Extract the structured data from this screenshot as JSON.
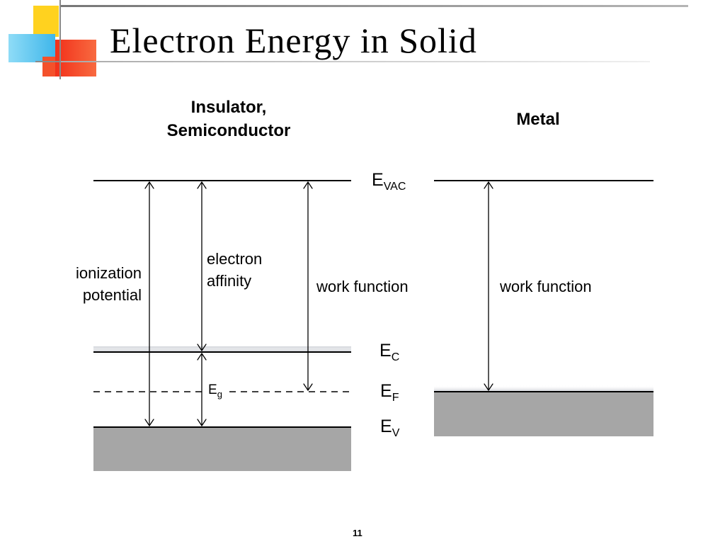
{
  "slide": {
    "title": "Electron Energy in Solid",
    "page_number": "11"
  },
  "left_panel": {
    "heading_line1": "Insulator,",
    "heading_line2": "Semiconductor",
    "ionization_line1": "ionization",
    "ionization_line2": "potential",
    "affinity_line1": "electron",
    "affinity_line2": "affinity",
    "work_function": "work function",
    "gap_label": "E",
    "gap_sub": "g"
  },
  "right_panel": {
    "heading": "Metal",
    "work_function": "work function"
  },
  "levels": {
    "vac": {
      "main": "E",
      "sub": "VAC"
    },
    "c": {
      "main": "E",
      "sub": "C"
    },
    "f": {
      "main": "E",
      "sub": "F"
    },
    "v": {
      "main": "E",
      "sub": "V"
    }
  },
  "colors": {
    "band_fill": "#a6a6a6",
    "deco_yellow": "#ffd21f",
    "deco_blue": "#5ec8f2",
    "deco_red": "#f2311a",
    "title_rule": "#9a9a9a"
  }
}
